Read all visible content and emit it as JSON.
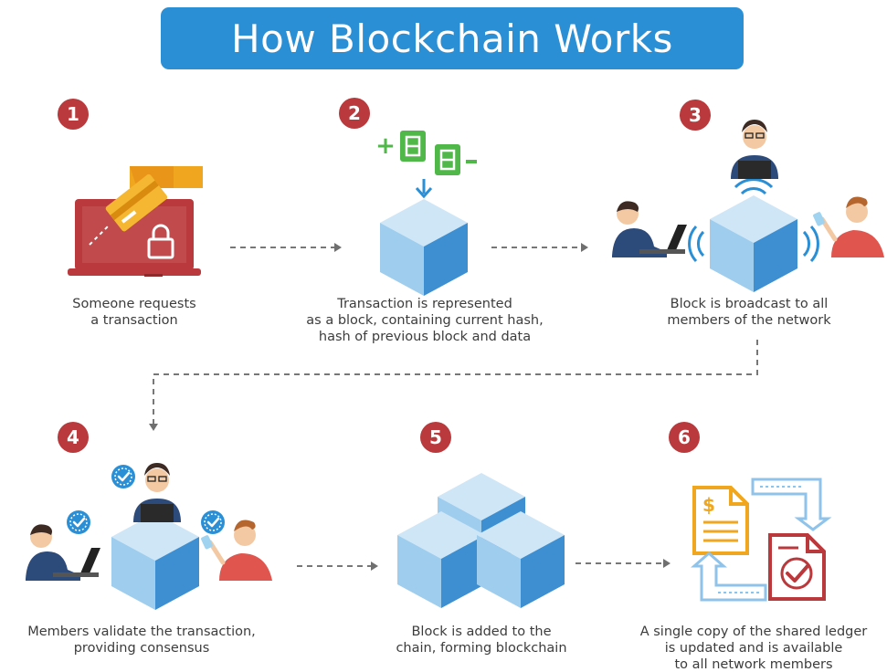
{
  "title": "How Blockchain Works",
  "steps": [
    {
      "number": "1",
      "lines": [
        "Someone requests",
        "a transaction"
      ]
    },
    {
      "number": "2",
      "lines": [
        "Transaction is represented",
        "as a block, containing current hash,",
        "hash of previous block and data"
      ]
    },
    {
      "number": "3",
      "lines": [
        "Block is broadcast to all",
        "members of the network"
      ]
    },
    {
      "number": "4",
      "lines": [
        "Members validate the transaction,",
        "providing consensus"
      ]
    },
    {
      "number": "5",
      "lines": [
        "Block is added to the",
        "chain, forming blockchain"
      ]
    },
    {
      "number": "6",
      "lines": [
        "A single copy of the shared ledger",
        "is updated and is available",
        "to all network members"
      ]
    }
  ],
  "colors": {
    "title_bg": "#2b8fd6",
    "badge": "#b9393c",
    "cube_top": "#cfe6f7",
    "cube_left": "#9fcdee",
    "cube_right": "#3d8fd1",
    "laptop": "#b9393c",
    "card": "#f0a61e",
    "plus_block": "#4fb848",
    "arrow": "#777777",
    "check": "#2b8fd6"
  },
  "icons": [
    "laptop-lock-icon",
    "hand-card-icon",
    "plus-block-icon",
    "minus-block-icon",
    "person-icon",
    "wifi-signal-icon",
    "check-badge-icon",
    "ledger-document-icon",
    "verified-document-icon",
    "sync-arrows-icon"
  ]
}
